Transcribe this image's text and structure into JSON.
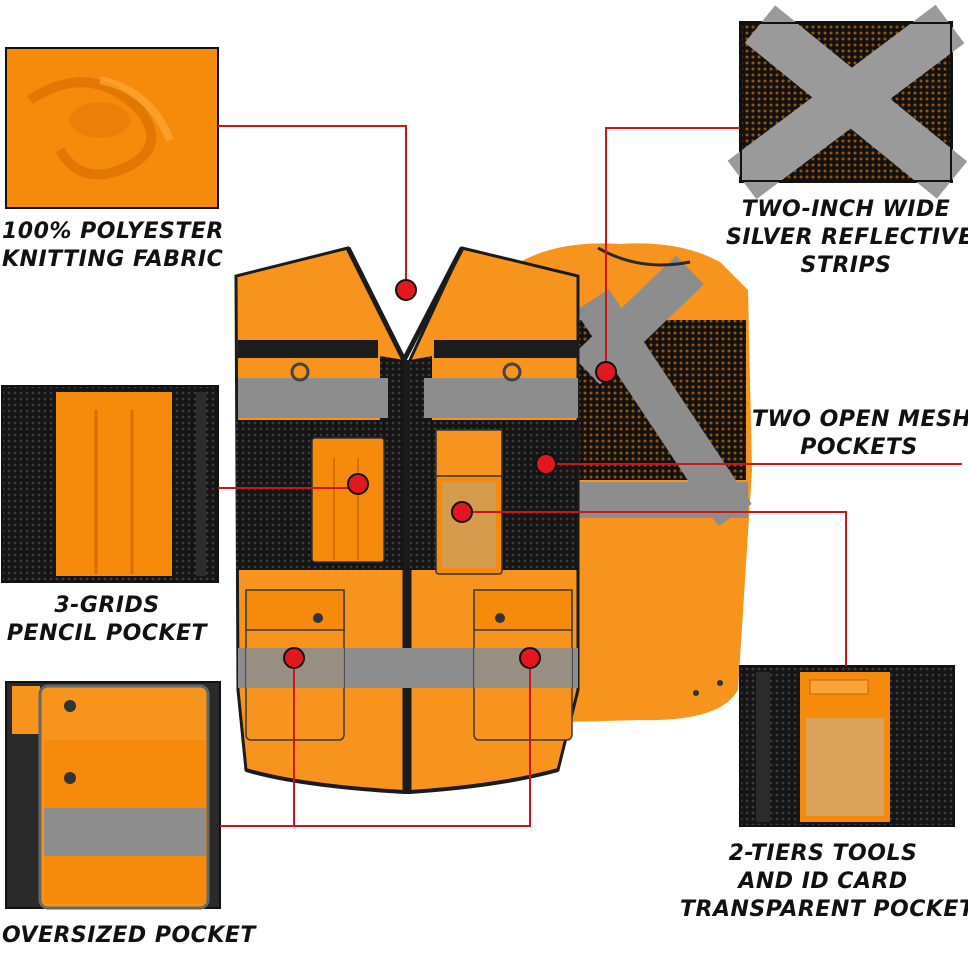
{
  "callouts": {
    "fabric": {
      "lines": [
        "100% POLYESTER",
        "KNITTING FABRIC"
      ],
      "icon": "fabric-swatch"
    },
    "reflective": {
      "lines": [
        "TWO-INCH WIDE",
        "SILVER REFLECTIVE",
        "STRIPS"
      ],
      "icon": "reflective-strip-swatch"
    },
    "mesh": {
      "lines": [
        "TWO OPEN MESH",
        "POCKETS"
      ]
    },
    "pencil": {
      "lines": [
        "3-GRIDS",
        "PENCIL POCKET"
      ],
      "icon": "pencil-pocket-swatch"
    },
    "id_card": {
      "lines": [
        "2-TIERS TOOLS",
        "AND ID CARD",
        "TRANSPARENT POCKET"
      ],
      "icon": "id-card-pocket-swatch"
    },
    "oversized": {
      "lines": [
        "OVERSIZED POCKET"
      ],
      "icon": "oversized-pocket-swatch"
    }
  },
  "colors": {
    "vest_orange": "#f7941d",
    "fabric_orange": "#f58a0b",
    "reflective_gray": "#8d8d8d",
    "mesh_black": "#161616",
    "leader_red": "#c8161d",
    "marker_red": "#e3171f"
  }
}
